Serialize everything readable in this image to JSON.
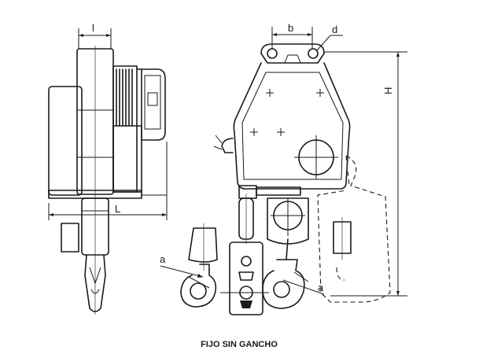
{
  "caption": "FIJO SIN GANCHO",
  "labels": {
    "side_width": "l",
    "side_length": "L",
    "front_width": "b",
    "eye_diameter": "d",
    "height": "H",
    "hook_left": "a",
    "hook_right": "a"
  }
}
